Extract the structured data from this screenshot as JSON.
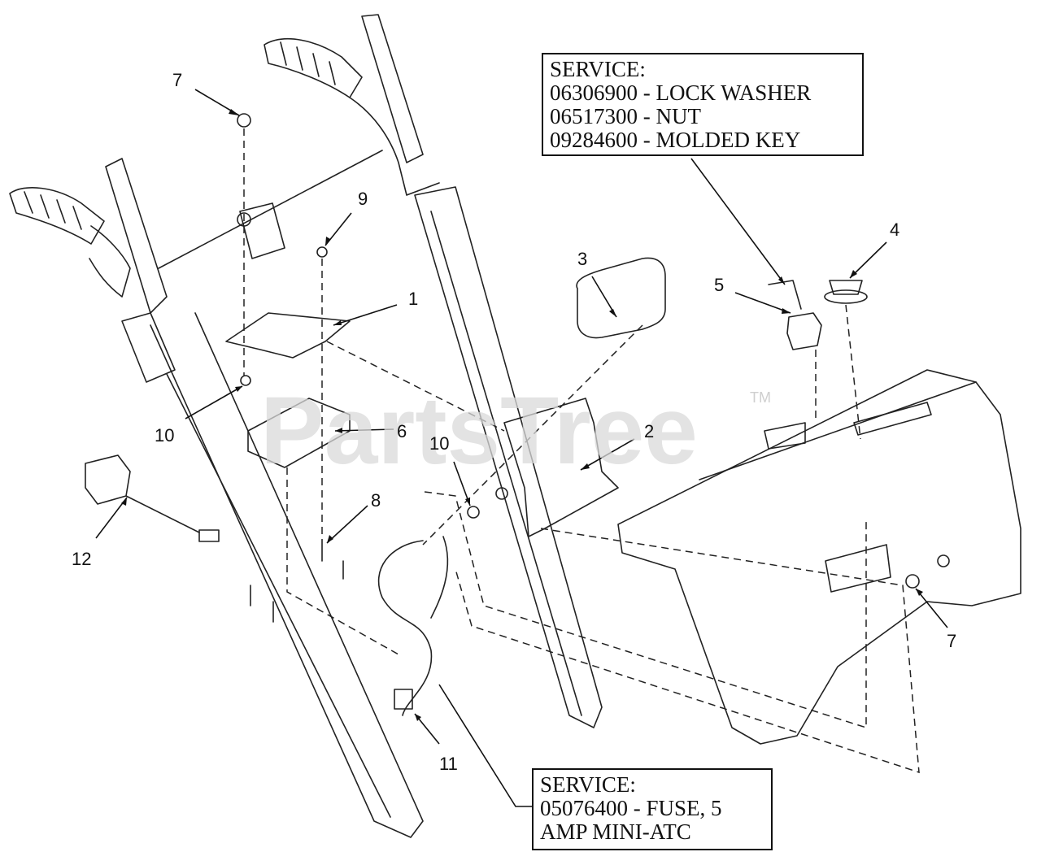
{
  "watermark": {
    "text": "PartsTree",
    "tm": "TM"
  },
  "callouts": {
    "top": {
      "title": "SERVICE:",
      "lines": [
        "06306900 - LOCK WASHER",
        "06517300 - NUT",
        "09284600 - MOLDED KEY"
      ]
    },
    "bottom": {
      "title": "SERVICE:",
      "lines": [
        "05076400 - FUSE, 5",
        "AMP MINI-ATC"
      ]
    }
  },
  "part_labels": [
    "7",
    "9",
    "1",
    "3",
    "5",
    "4",
    "10",
    "6",
    "2",
    "10",
    "8",
    "12",
    "7",
    "11"
  ]
}
